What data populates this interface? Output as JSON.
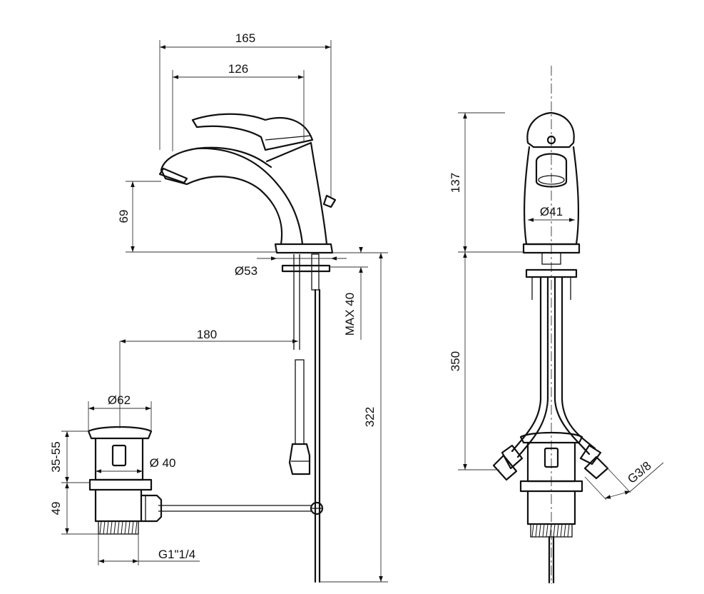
{
  "dimensions": {
    "overall_length": "165",
    "spout_reach": "126",
    "spout_height": "69",
    "base_diameter": "Ø53",
    "max_deck_thickness": "MAX 40",
    "drain_offset": "180",
    "drain_diameter": "Ø62",
    "drain_inner_diameter": "Ø 40",
    "drain_adjust_range": "35-55",
    "drain_body_height": "49",
    "drain_thread": "G1\"1/4",
    "total_height": "322",
    "body_height": "137",
    "body_diameter": "Ø41",
    "hose_length": "350",
    "hose_thread": "G3/8"
  }
}
